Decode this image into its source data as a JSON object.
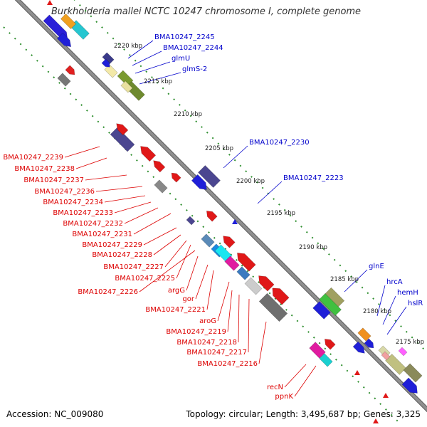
{
  "title": "Burkholderia mallei NCTC 10247 chromosome I, complete genome",
  "footer": {
    "accession": "Accession: NC_009080",
    "summary": "Topology: circular; Length: 3,495,687 bp; Genes: 3,325"
  },
  "colors": {
    "backbone": "#8f8f8f",
    "tick_dots": "#2f8f2f",
    "forward_label": "#0000cc",
    "reverse_label": "#dd0000"
  },
  "scale_ticks": [
    "2220 kbp",
    "2215 kbp",
    "2210 kbp",
    "2205 kbp",
    "2200 kbp",
    "2195 kbp",
    "2190 kbp",
    "2185 kbp",
    "2180 kbp",
    "2175 kbp"
  ],
  "forward_labels": [
    "BMA10247_2245",
    "BMA10247_2244",
    "glmU",
    "glmS-2",
    "BMA10247_2230",
    "BMA10247_2223",
    "glnE",
    "hrcA",
    "hemH",
    "hslR"
  ],
  "reverse_labels": [
    "BMA10247_2239",
    "BMA10247_2238",
    "BMA10247_2237",
    "BMA10247_2236",
    "BMA10247_2234",
    "BMA10247_2233",
    "BMA10247_2232",
    "BMA10247_2231",
    "BMA10247_2229",
    "BMA10247_2228",
    "BMA10247_2227",
    "BMA10247_2225",
    "BMA10247_2226",
    "argG",
    "gor",
    "BMA10247_2221",
    "aroG",
    "BMA10247_2219",
    "BMA10247_2218",
    "BMA10247_2217",
    "BMA10247_2216",
    "recN",
    "ppnK"
  ]
}
